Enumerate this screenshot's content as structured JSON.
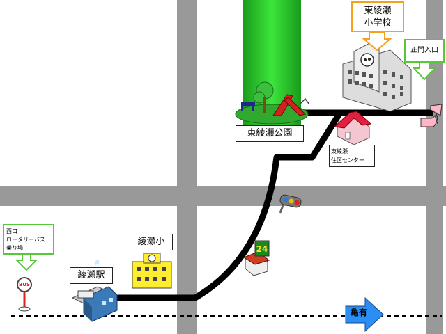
{
  "map": {
    "labels": {
      "school": [
        "東綾瀬",
        "小学校"
      ],
      "main_gate": "正門入口",
      "park": "東綾瀬公園",
      "community_center": [
        "東綾瀬",
        "住区センター"
      ],
      "ayase_elementary": "綾瀬小",
      "ayase_station": "綾瀬駅",
      "bus_rotary": [
        "西口",
        "ロータリーバス",
        "乗り場"
      ],
      "bus_sign": "BUS",
      "kameari": "亀有"
    },
    "colors": {
      "road": "#999999",
      "route": "#000000",
      "park": "#33cc33",
      "orange_box": "#f6a11d",
      "green_box": "#58c83a",
      "kameari_arrow": "#2a8ef5"
    },
    "icons": [
      "school-building-icon",
      "park-playground-icon",
      "house-icon",
      "traffic-light-icon",
      "convenience-store-icon",
      "elementary-school-icon",
      "station-train-icon",
      "bus-stop-icon",
      "direction-arrow-icon"
    ]
  }
}
